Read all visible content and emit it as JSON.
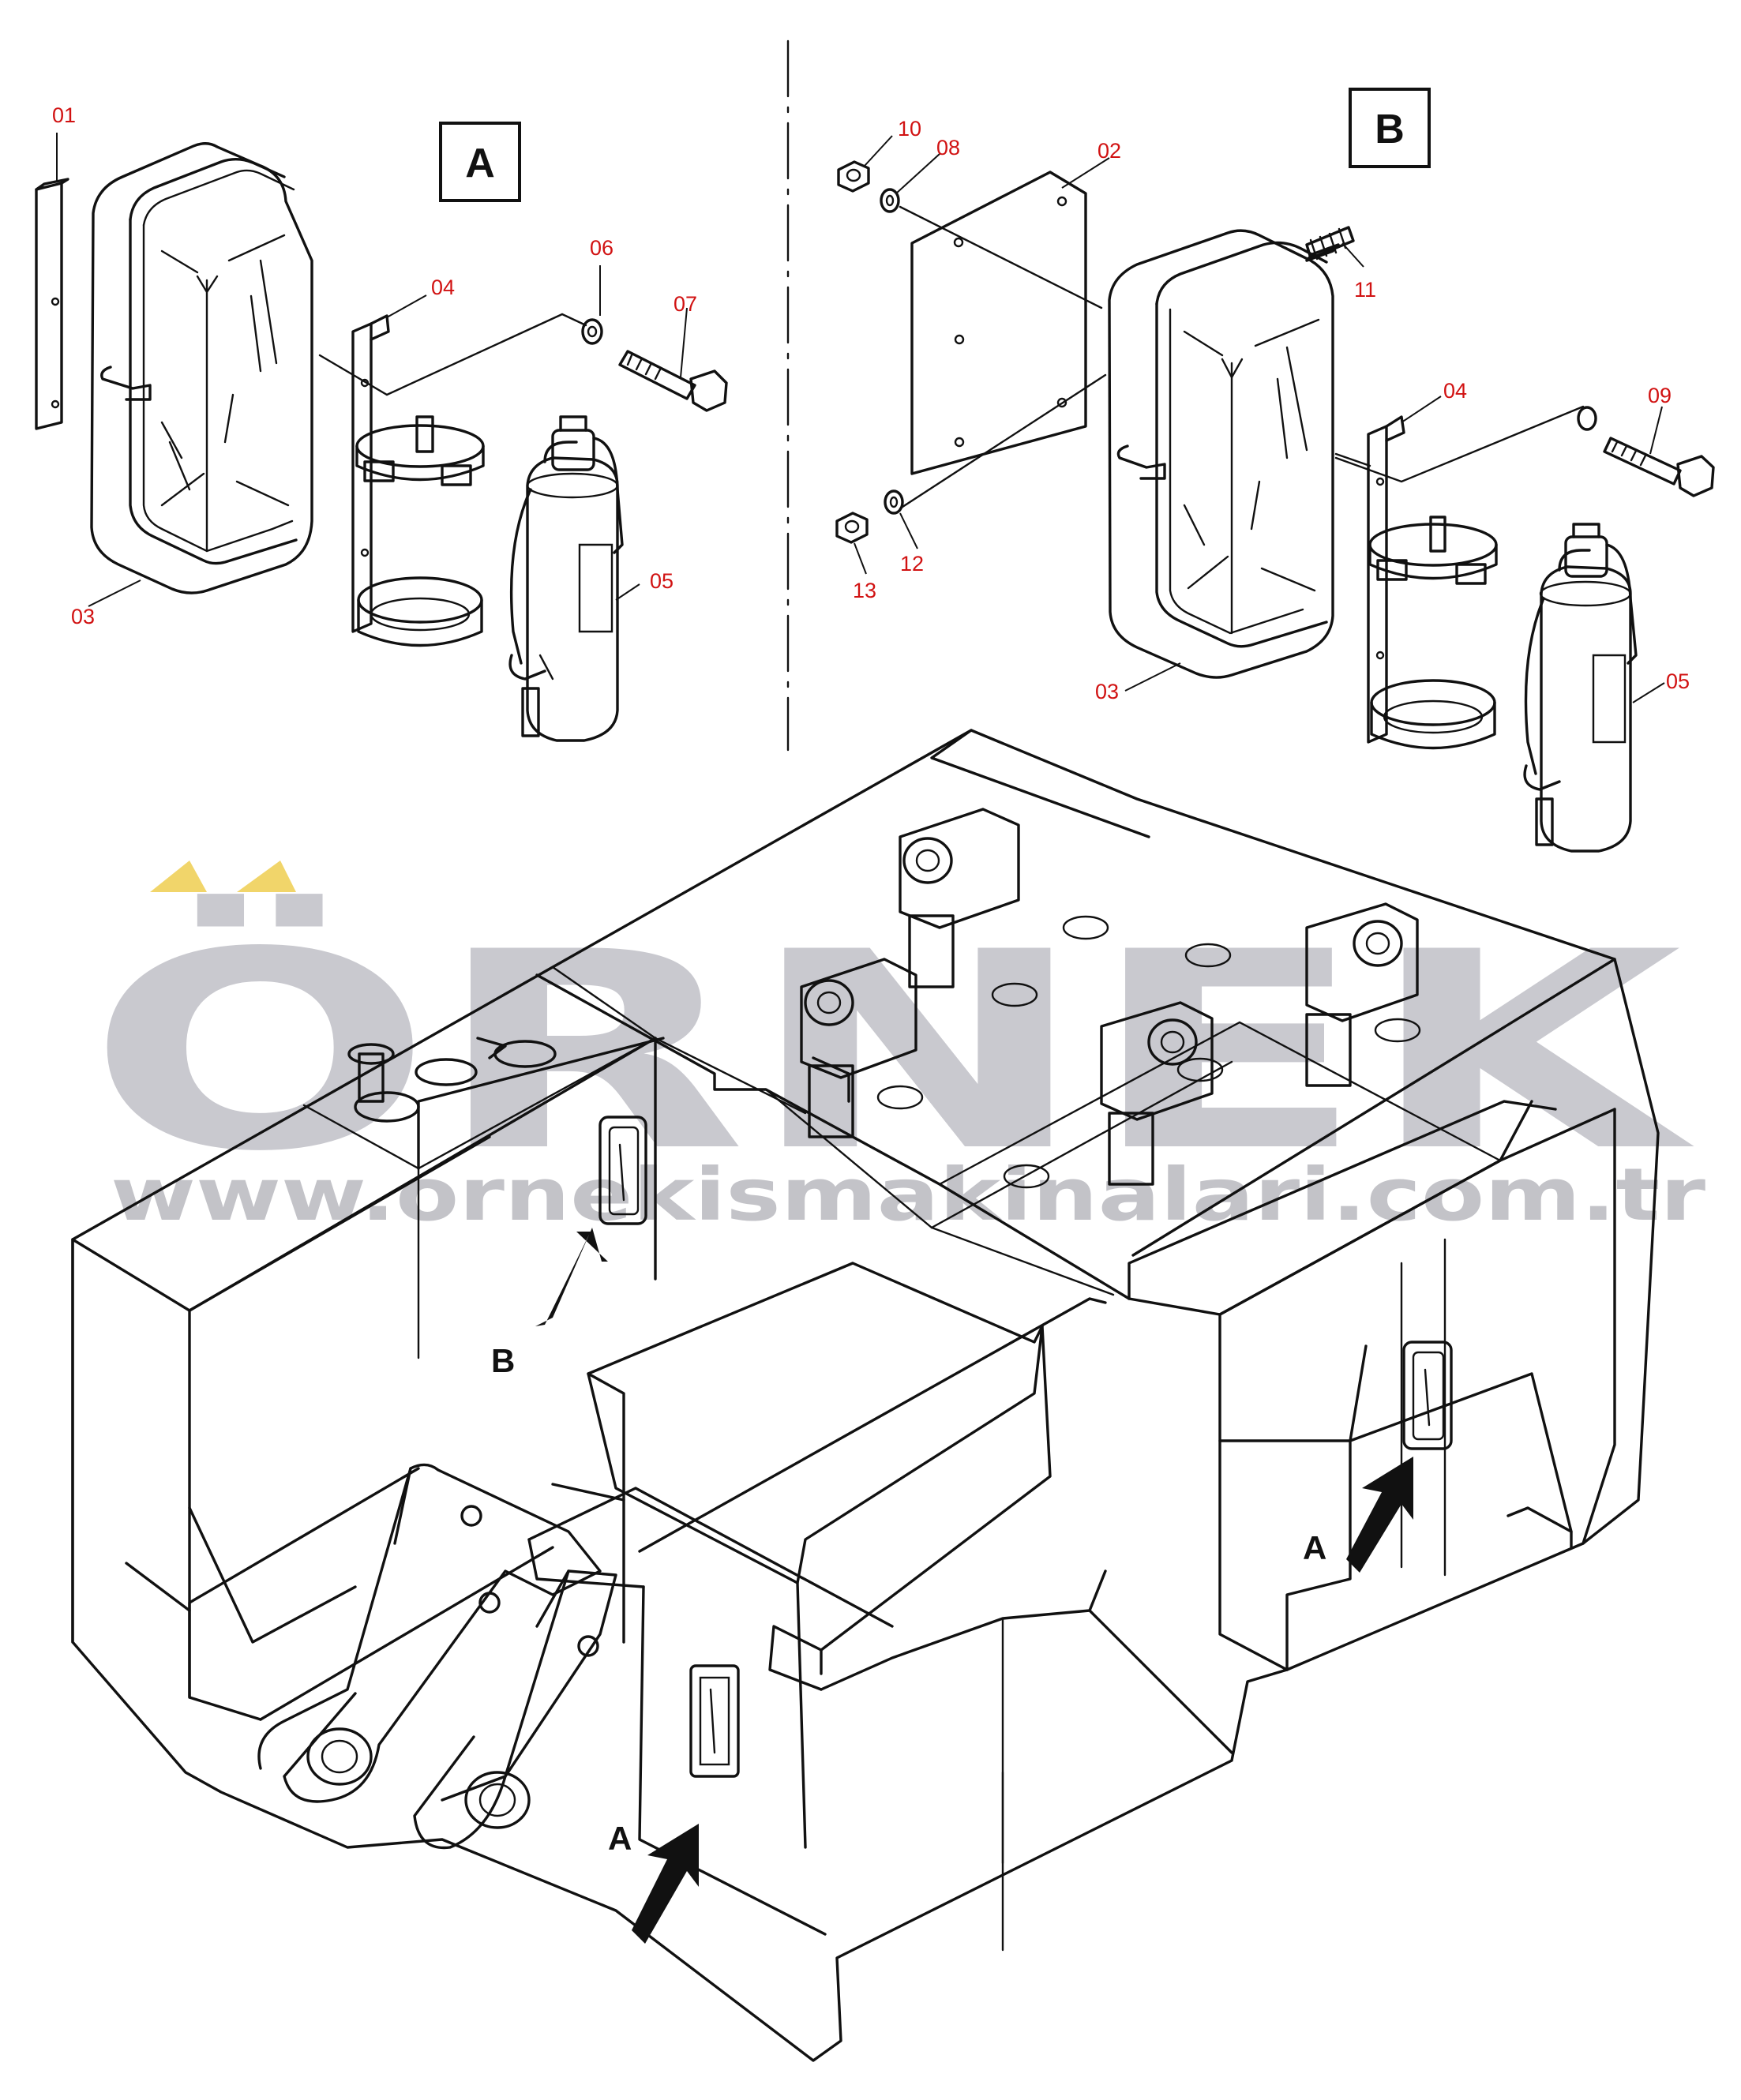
{
  "watermark": {
    "brand": "ÖRNEK",
    "url": "www.ornekismakinalari.com.tr",
    "accent_color": "#f1d56a",
    "color": "#c9c9cf"
  },
  "views": {
    "a": "A",
    "b": "B"
  },
  "callouts_a": [
    "01",
    "03",
    "04",
    "05",
    "06",
    "07"
  ],
  "callouts_b": [
    "02",
    "03",
    "04",
    "05",
    "08",
    "09",
    "10",
    "11",
    "12",
    "13"
  ],
  "location_markers": [
    "B",
    "A",
    "A"
  ],
  "colors": {
    "callout_text": "#d11212",
    "line": "#111111",
    "background": "#ffffff"
  }
}
